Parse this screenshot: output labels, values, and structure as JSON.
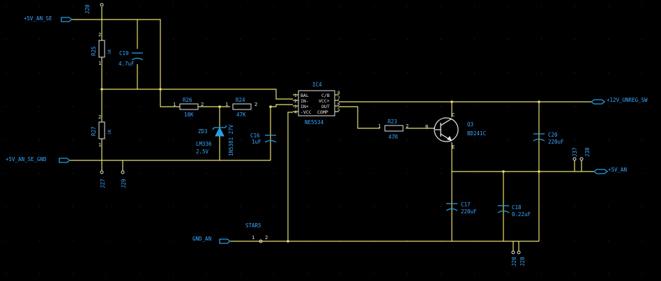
{
  "ports": {
    "p5v_an_se": "+5V_AN_SE",
    "p5v_an_se_gnd": "+5V_AN_SE_GND",
    "gnd_an": "GND_AN",
    "p12v": "+12V_UNREG_SW",
    "p5v_an": "+5V_AN"
  },
  "jumpers": {
    "j20": "J20",
    "j27": "J27",
    "j29": "J29",
    "j37": "J37",
    "j38": "J38",
    "j28a": "J28",
    "j28b": "J28"
  },
  "components": {
    "r25": {
      "ref": "R25",
      "value": "1K"
    },
    "r27": {
      "ref": "R27",
      "value": "1K"
    },
    "c19": {
      "ref": "C19",
      "value": "4.7uF"
    },
    "r26": {
      "ref": "R26",
      "value": "10K"
    },
    "r24": {
      "ref": "R24",
      "value": "47K"
    },
    "zd3": {
      "ref": "ZD3",
      "value": "LM336",
      "value2": "2.5V"
    },
    "d_1n5381": {
      "ref": "1N5381 27V"
    },
    "c16": {
      "ref": "C16",
      "value": "1uF"
    },
    "ic4": {
      "ref": "IC4",
      "value": "NE5534",
      "pins_left": [
        "BAL",
        "IN-",
        "IN+",
        "-VCC"
      ],
      "pins_right": [
        "C/B",
        "VCC+",
        "OUT",
        "COMP"
      ]
    },
    "r23": {
      "ref": "R23",
      "value": "47R"
    },
    "q3": {
      "ref": "Q3",
      "value": "BD241C",
      "b": "B",
      "c": "C",
      "e": "E"
    },
    "c20": {
      "ref": "C20",
      "value": "220uF"
    },
    "c17": {
      "ref": "C17",
      "value": "220uF"
    },
    "c18": {
      "ref": "C18",
      "value": "0.22uF"
    },
    "star5": {
      "ref": "STAR5"
    }
  },
  "pinnums": {
    "one": "1",
    "two": "2",
    "three": "3",
    "four": "4",
    "five": "5",
    "six": "6",
    "seven": "7",
    "eight": "8"
  },
  "colors": {
    "wire": "#e8e070",
    "component": "#2b9ee0",
    "label": "#3aa7ff",
    "background": "#000000"
  }
}
